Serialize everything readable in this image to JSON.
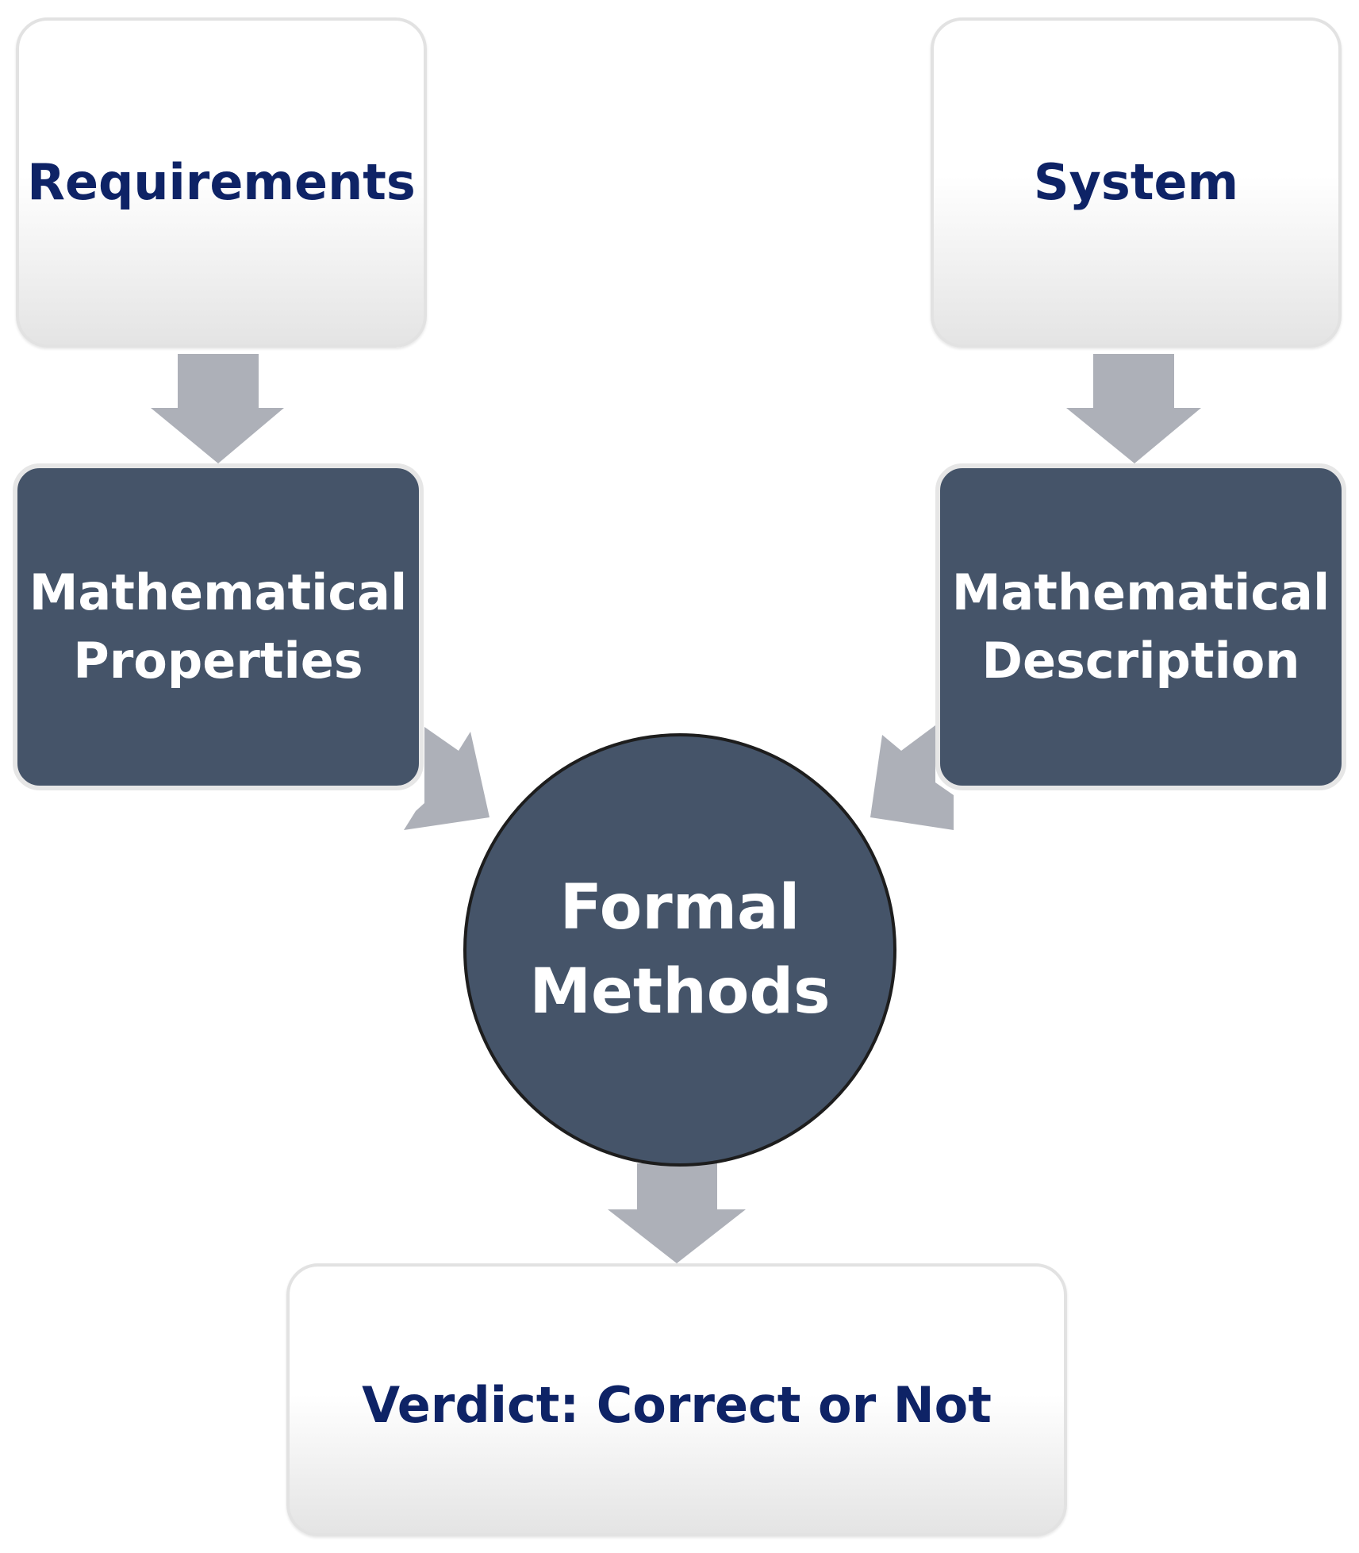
{
  "nodes": {
    "requirements": "Requirements",
    "system": "System",
    "properties": [
      "Mathematical",
      "Properties"
    ],
    "description": [
      "Mathematical",
      "Description"
    ],
    "formal_methods": [
      "Formal",
      "Methods"
    ],
    "verdict": "Verdict: Correct or Not"
  },
  "colors": {
    "dark_fill": "#455469",
    "label_blue": "#0e2366",
    "arrow_gray": "#adb0b8"
  }
}
